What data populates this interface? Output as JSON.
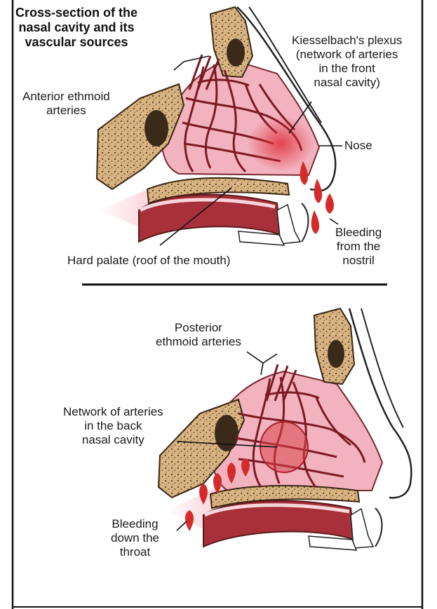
{
  "title": {
    "line1": "Cross-section of the",
    "line2": "nasal cavity and its",
    "line3": "vascular sources"
  },
  "upper_panel": {
    "anterior_ethmoid": {
      "line1": "Anterior ethmoid",
      "line2": "arteries"
    },
    "kiesselbach": {
      "line1": "Kiesselbach's plexus",
      "line2": "(network of arteries",
      "line3": "in the front",
      "line4": "nasal cavity)"
    },
    "nose": "Nose",
    "bleeding_nostril": {
      "line1": "Bleeding",
      "line2": "from the",
      "line3": "nostril"
    },
    "hard_palate": "Hard palate (roof of the mouth)"
  },
  "lower_panel": {
    "posterior_ethmoid": {
      "line1": "Posterior",
      "line2": "ethmoid arteries"
    },
    "back_network": {
      "line1": "Network of arteries",
      "line2": "in the back",
      "line3": "nasal cavity"
    },
    "bleeding_throat": {
      "line1": "Bleeding",
      "line2": "down the",
      "line3": "throat"
    }
  },
  "colors": {
    "border": "#111111",
    "bone": "#d8b483",
    "bone_speckle": "#5a3a1e",
    "mucosa": "#f2b3bf",
    "artery": "#7a1a22",
    "blood": "#d62a2a",
    "plexus_glow": "#e0303a"
  }
}
